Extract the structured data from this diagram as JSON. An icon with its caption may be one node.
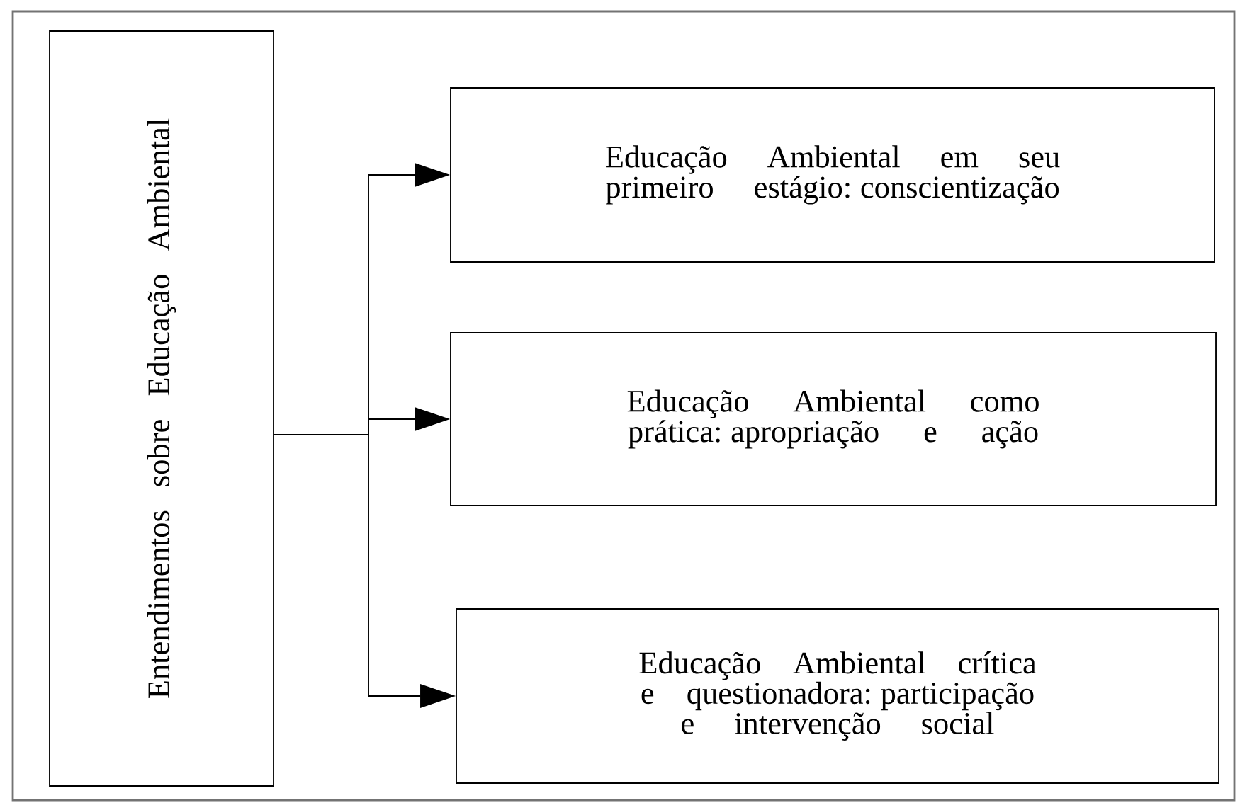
{
  "diagram": {
    "nodes": [
      {
        "text": [
          "Entendimentos sobre Educação Ambiental"
        ]
      },
      {
        "text": [
          "Educação Ambiental em seu primeiro estágio: conscientização"
        ]
      },
      {
        "text": [
          "Educação Ambiental como prática: apropriação e ação"
        ]
      },
      {
        "text": [
          "Educação Ambiental crítica e questionadora: participação e intervenção social"
        ]
      }
    ],
    "edges": [
      {
        "from": 0,
        "to": 1,
        "arrow": "to"
      },
      {
        "from": 0,
        "to": 2,
        "arrow": "to"
      },
      {
        "from": 0,
        "to": 3,
        "arrow": "to"
      }
    ]
  }
}
